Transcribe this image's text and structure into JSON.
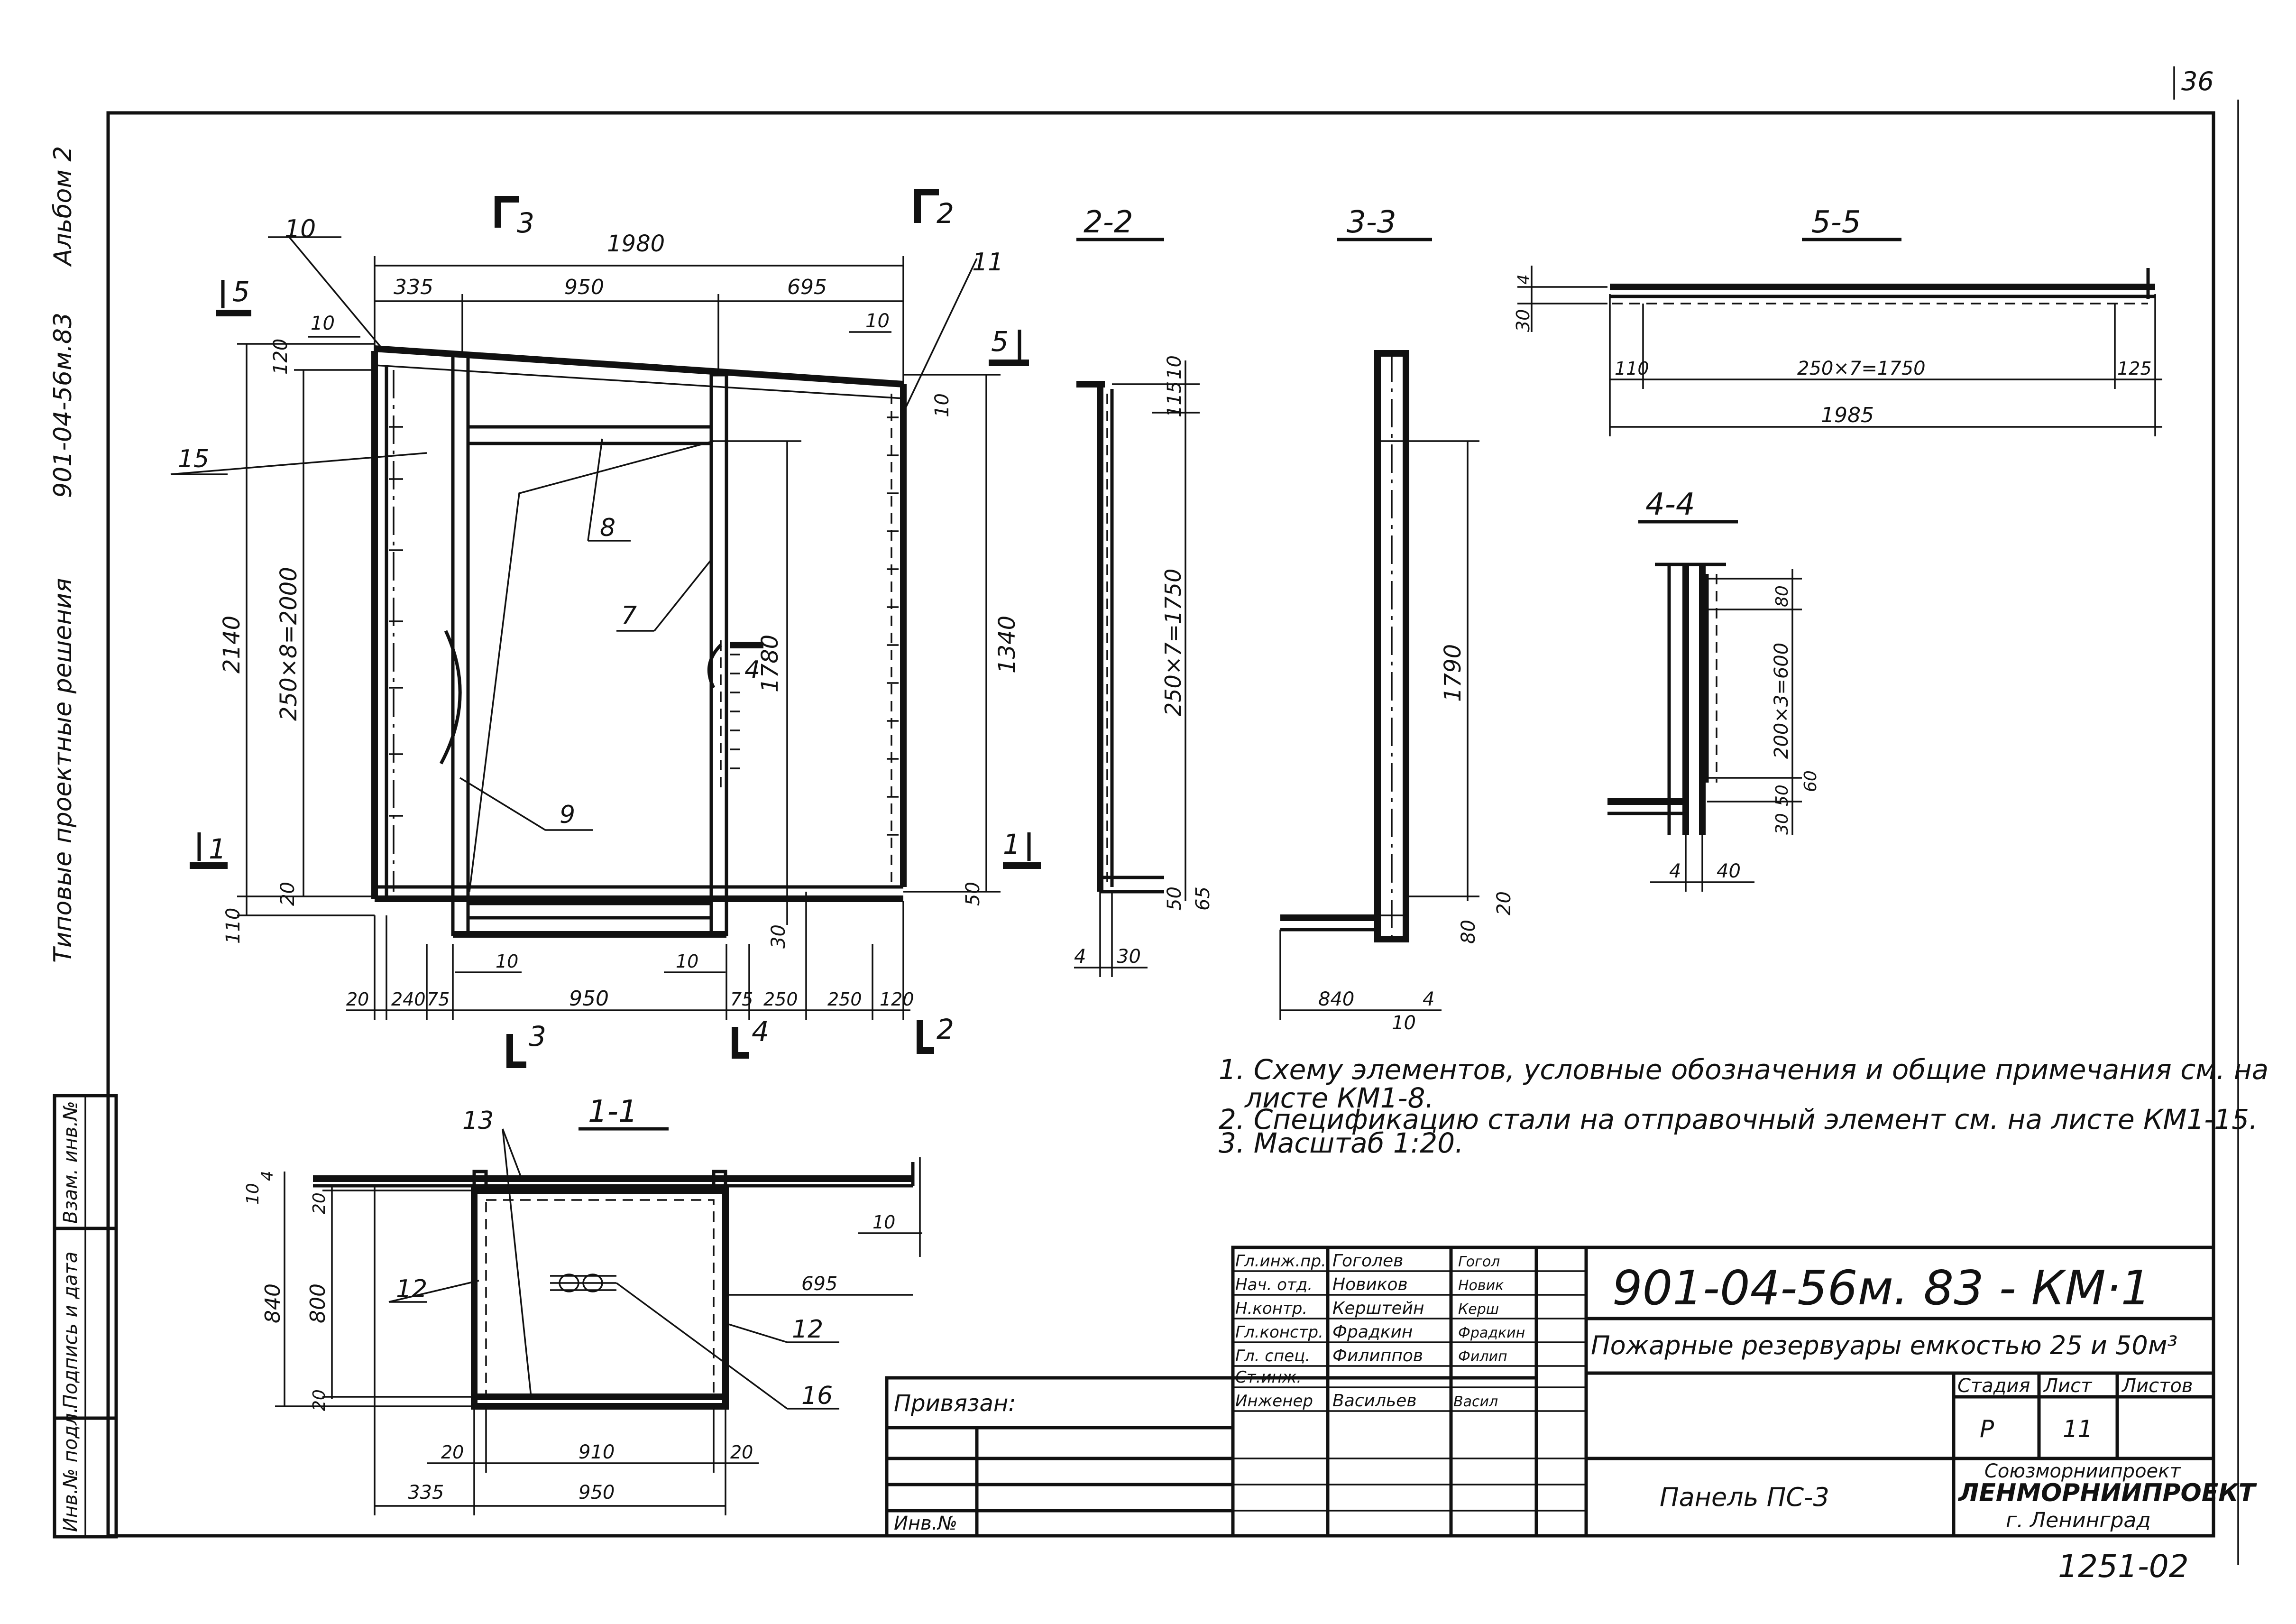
{
  "page_number": "36",
  "margin_text": {
    "series": "Типовые проектные решения",
    "series_code": "901-04-56м.83",
    "album": "Альбом 2"
  },
  "side_stamp": {
    "inv_podl": "Инв.№ подл.",
    "podpis": "Подпись и дата",
    "vzam": "Взам. инв.№"
  },
  "elevation": {
    "section_marks": {
      "s3_top": "3",
      "s2_top": "2",
      "s5_left": "5",
      "s5_right": "5",
      "s1_left": "1",
      "s1_right": "1",
      "s3_bottom": "3",
      "s4_bottom": "4",
      "s2_bottom": "2",
      "s4_inner": "4"
    },
    "dims_top": {
      "total": "1980",
      "a": "335",
      "b": "950",
      "c": "695",
      "t1": "10",
      "t2": "10"
    },
    "dims_left": {
      "top": "120",
      "total": "2140",
      "pitch": "250×8=2000",
      "bot1": "20",
      "bot2": "110"
    },
    "dims_right": {
      "top": "10",
      "height": "1340",
      "bottom": "50"
    },
    "dims_inner": {
      "opening": "1780",
      "bottom": "30"
    },
    "dims_bottom": {
      "d1": "20",
      "d2": "240",
      "d3": "75",
      "d4": "950",
      "d5": "75",
      "d6": "250",
      "d7": "250",
      "d8": "120",
      "small_left": "10",
      "small_right": "10"
    },
    "labels": {
      "p7": "7",
      "p8": "8",
      "p9": "9",
      "p10": "10",
      "p11": "11",
      "p15": "15"
    }
  },
  "section_2_2": {
    "title": "2-2",
    "top1": "10",
    "top2": "115",
    "pitch": "250×7=1750",
    "bot1": "50",
    "bot2": "65",
    "w1": "4",
    "w2": "30"
  },
  "section_3_3": {
    "title": "3-3",
    "height": "1790",
    "bot1": "20",
    "bot2": "80",
    "width": "840",
    "w1": "10",
    "w2": "4"
  },
  "section_5_5": {
    "title": "5-5",
    "h1": "30",
    "h2": "4",
    "left": "110",
    "pitch": "250×7=1750",
    "right": "125",
    "total": "1985"
  },
  "section_4_4": {
    "title": "4-4",
    "d1": "80",
    "pitch": "200×3=600",
    "d2": "60",
    "d3": "50",
    "d4": "30",
    "w1": "4",
    "w2": "40"
  },
  "section_1_1": {
    "title": "1-1",
    "left_top": "10",
    "left_top2": "4",
    "h_total": "840",
    "h_inner": "800",
    "d_top": "20",
    "d_bot": "20",
    "right_small": "10",
    "right_w": "695",
    "bot_a": "20",
    "bot_b": "910",
    "bot_c": "20",
    "bot_d": "335",
    "bot_e": "950",
    "labels": {
      "p12a": "12",
      "p12b": "12",
      "p13": "13",
      "p16": "16"
    }
  },
  "notes": [
    "1. Схему элементов, условные обозначения и общие примечания см. на",
    "листе КМ1-8.",
    "2. Спецификацию стали на отправочный элемент см. на листе КМ1-15.",
    "3. Масштаб 1:20."
  ],
  "title_block": {
    "code": "901-04-56м. 83 - КМ·1",
    "project": "Пожарные резервуары емкостью 25 и 50м³",
    "sheet_name": "Панель ПС-3",
    "privyazan": "Привязан:",
    "inv": "Инв.№",
    "roles": [
      {
        "role": "Гл.инж.пр.",
        "name": "Гоголев",
        "sig": "Гогол"
      },
      {
        "role": "Нач. отд.",
        "name": "Новиков",
        "sig": "Новик"
      },
      {
        "role": "Н.контр.",
        "name": "Керштейн",
        "sig": "Керш"
      },
      {
        "role": "Гл.констр.",
        "name": "Фрадкин",
        "sig": "Фрадкин"
      },
      {
        "role": "Гл. спец.",
        "name": "Филиппов",
        "sig": "Филип"
      },
      {
        "role": "Ст.инж.",
        "name": "",
        "sig": ""
      },
      {
        "role": "Инженер",
        "name": "Васильев",
        "sig": "Васил"
      }
    ],
    "stage_label": "Стадия",
    "sheet_label": "Лист",
    "sheets_label": "Листов",
    "stage": "Р",
    "sheet": "11",
    "sheets": "",
    "org1": "Союзморниипроект",
    "org2": "ЛЕНМОРНИИПРОЕКТ",
    "org3": "г. Ленинград"
  },
  "archive_number": "1251-02"
}
